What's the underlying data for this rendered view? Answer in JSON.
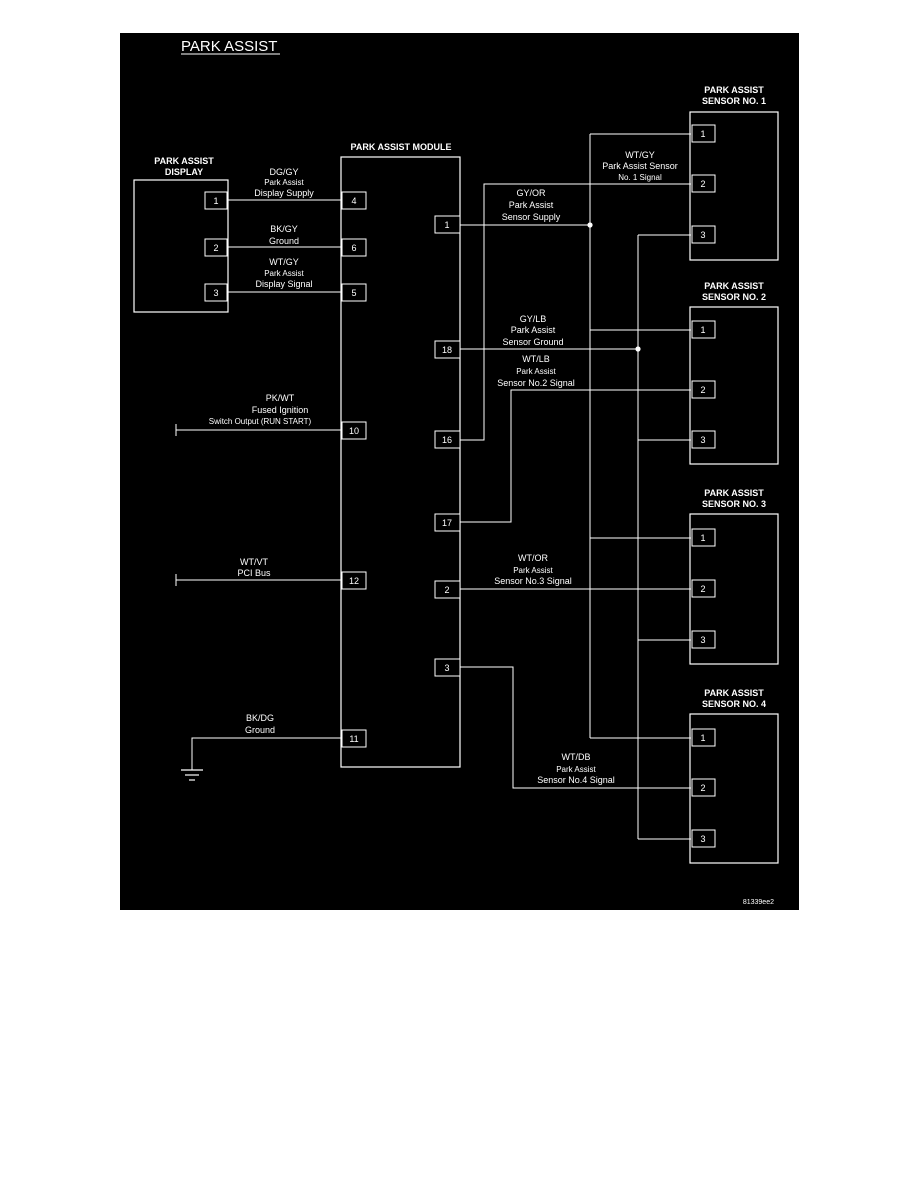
{
  "title": "PARK ASSIST",
  "figure_code": "81339ee2",
  "display": {
    "label_line1": "PARK ASSIST",
    "label_line2": "DISPLAY",
    "pins": [
      "1",
      "2",
      "3"
    ]
  },
  "module": {
    "label": "PARK ASSIST MODULE",
    "left_pins": [
      "4",
      "6",
      "5",
      "10",
      "12",
      "11"
    ],
    "right_pins": [
      "1",
      "18",
      "16",
      "17",
      "2",
      "3"
    ]
  },
  "sensors": [
    {
      "label_line1": "PARK ASSIST",
      "label_line2": "SENSOR NO. 1",
      "pins": [
        "1",
        "2",
        "3"
      ]
    },
    {
      "label_line1": "PARK ASSIST",
      "label_line2": "SENSOR NO. 2",
      "pins": [
        "1",
        "2",
        "3"
      ]
    },
    {
      "label_line1": "PARK ASSIST",
      "label_line2": "SENSOR NO. 3",
      "pins": [
        "1",
        "2",
        "3"
      ]
    },
    {
      "label_line1": "PARK ASSIST",
      "label_line2": "SENSOR NO. 4",
      "pins": [
        "1",
        "2",
        "3"
      ]
    }
  ],
  "wires": {
    "display_supply": {
      "color": "DG/GY",
      "line1": "Park Assist",
      "line2": "Display Supply"
    },
    "display_ground": {
      "color": "BK/GY",
      "line1": "Ground"
    },
    "display_signal": {
      "color": "WT/GY",
      "line1": "Park Assist",
      "line2": "Display Signal"
    },
    "fused_ignition": {
      "color": "PK/WT",
      "line1": "Fused Ignition",
      "line2": "Switch Output (RUN   START)"
    },
    "pci_bus": {
      "color": "WT/VT",
      "line1": "PCI Bus"
    },
    "module_ground": {
      "color": "BK/DG",
      "line1": "Ground"
    },
    "sensor1_signal": {
      "color": "WT/GY",
      "line1": "Park Assist Sensor",
      "line2": "No. 1 Signal"
    },
    "sensor_supply": {
      "color": "GY/OR",
      "line1": "Park Assist",
      "line2": "Sensor Supply"
    },
    "sensor_ground": {
      "color": "GY/LB",
      "line1": "Park Assist",
      "line2": "Sensor Ground"
    },
    "sensor2_signal": {
      "color": "WT/LB",
      "line1": "Park Assist",
      "line2": "Sensor No.2 Signal"
    },
    "sensor3_signal": {
      "color": "WT/OR",
      "line1": "Park Assist",
      "line2": "Sensor No.3 Signal"
    },
    "sensor4_signal": {
      "color": "WT/DB",
      "line1": "Park Assist",
      "line2": "Sensor No.4 Signal"
    }
  }
}
